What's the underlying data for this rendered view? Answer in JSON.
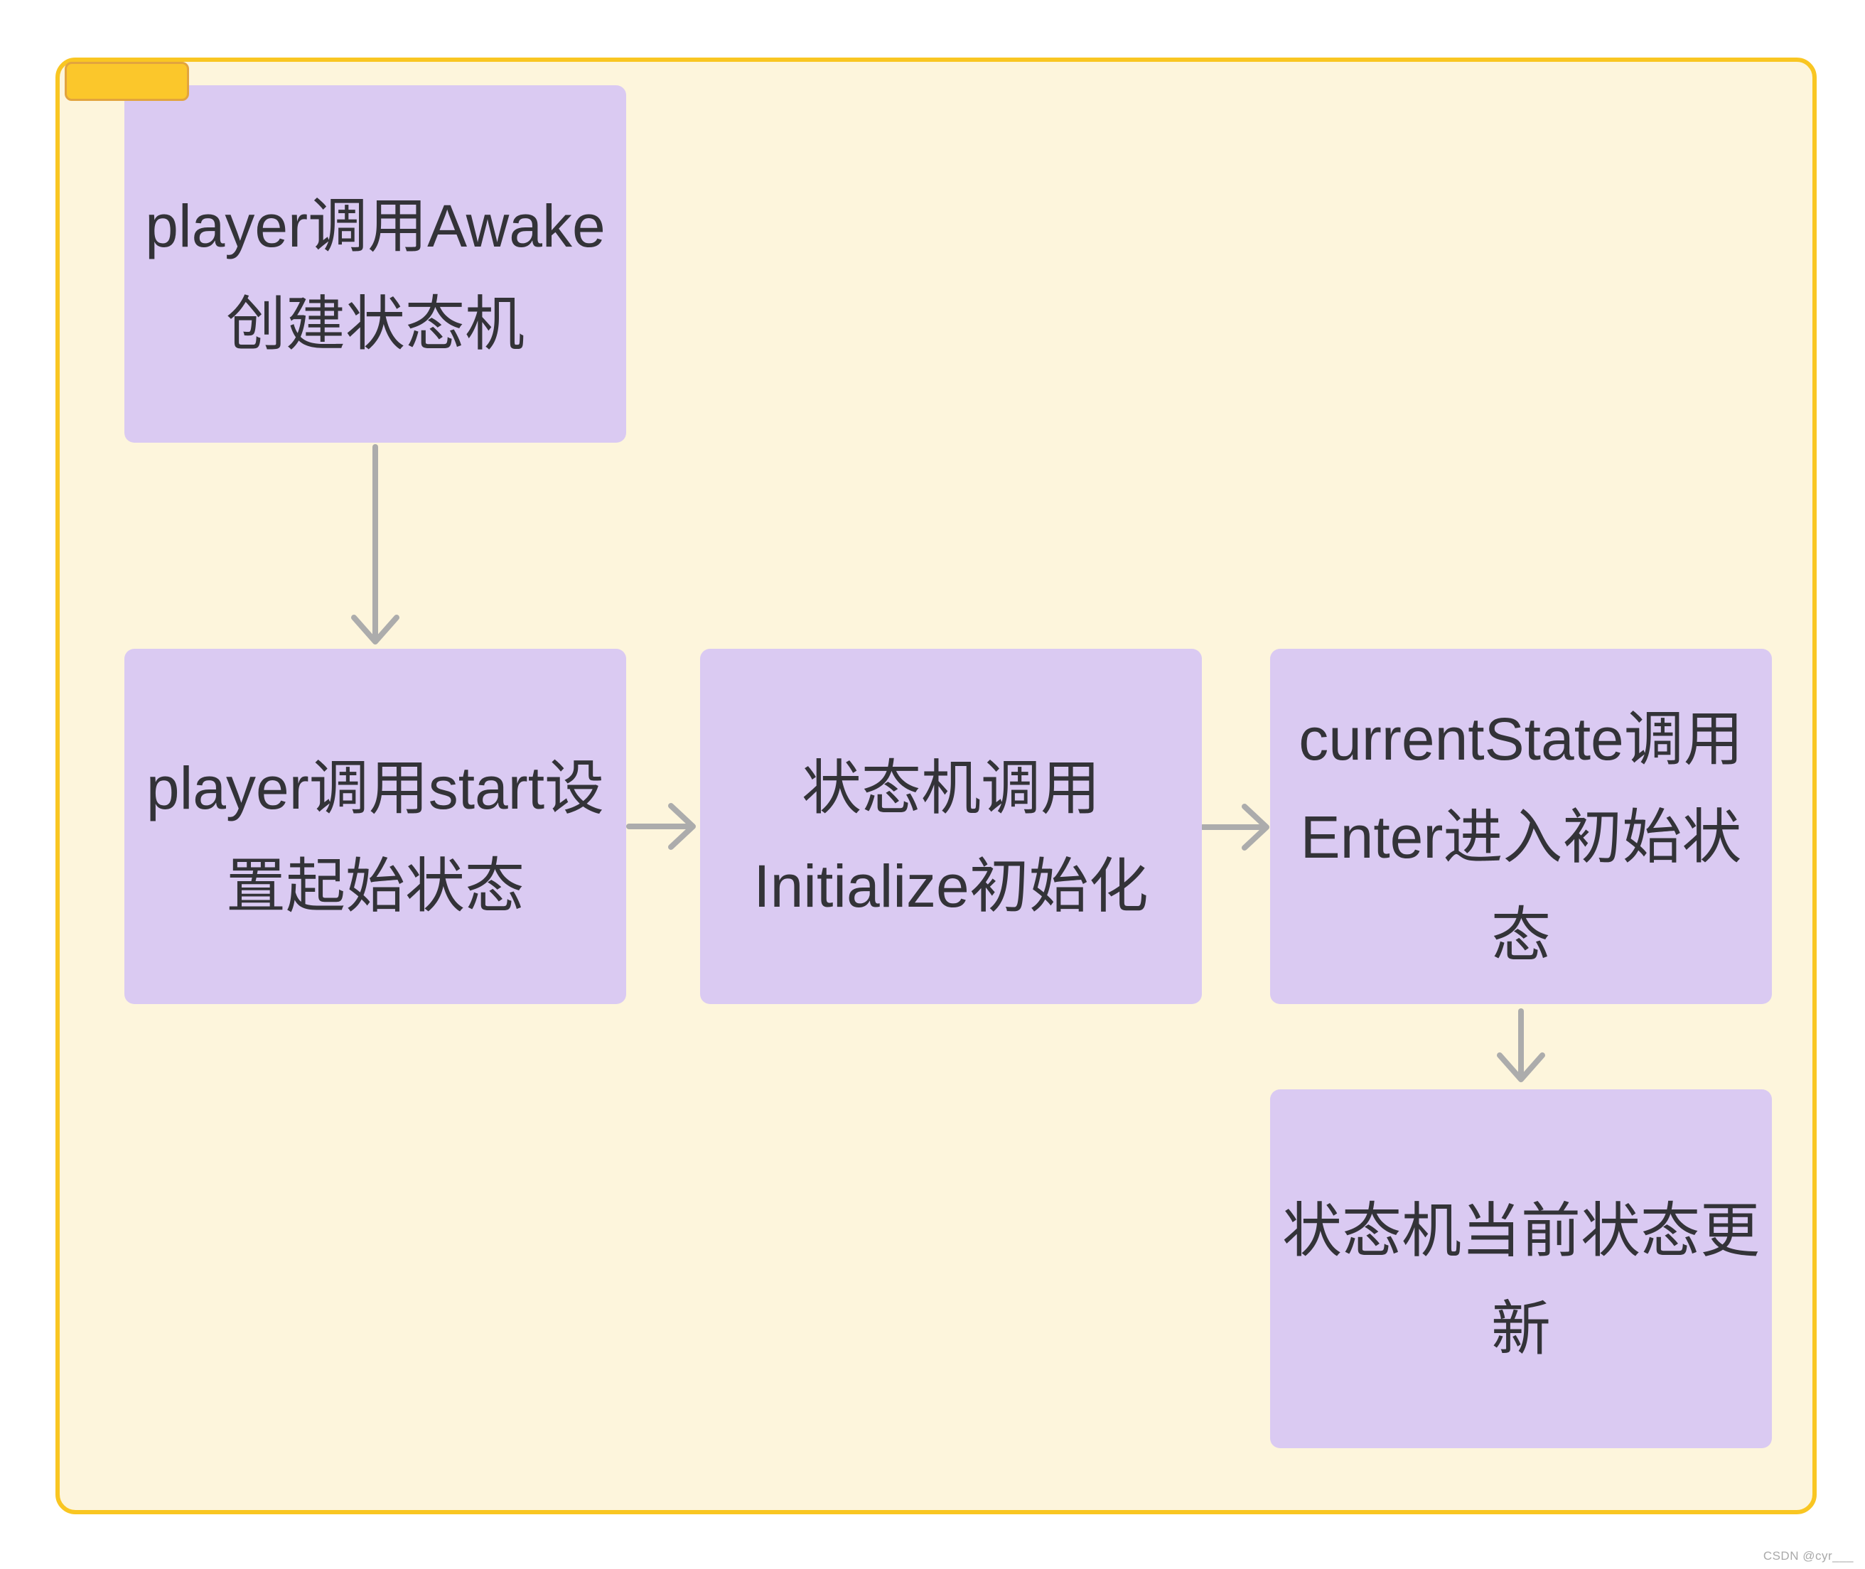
{
  "colors": {
    "page-bg": "#FFFFFF",
    "canvas-bg": "#FDF5DC",
    "canvas-border": "#F9C622",
    "tab-fill": "#FBC72B",
    "tab-border": "#E2A43E",
    "node-fill": "#DACAF2",
    "node-text": "#333338",
    "arrow": "#ACACAC",
    "watermark": "#A9A9A9"
  },
  "flowchart": {
    "nodes": [
      {
        "id": "awake",
        "label": "player调用Awake\n创建状态机"
      },
      {
        "id": "start",
        "label": "player调用start设\n置起始状态"
      },
      {
        "id": "initialize",
        "label": "状态机调用\nInitialize初始化"
      },
      {
        "id": "enter",
        "label": "currentState调用\nEnter进入初始状\n态"
      },
      {
        "id": "update",
        "label": "状态机当前状态更\n新"
      }
    ],
    "edges": [
      {
        "from": "awake",
        "to": "start",
        "direction": "down"
      },
      {
        "from": "start",
        "to": "initialize",
        "direction": "right"
      },
      {
        "from": "initialize",
        "to": "enter",
        "direction": "right"
      },
      {
        "from": "enter",
        "to": "update",
        "direction": "down"
      }
    ]
  },
  "watermark": {
    "text": "CSDN @cyr___"
  }
}
